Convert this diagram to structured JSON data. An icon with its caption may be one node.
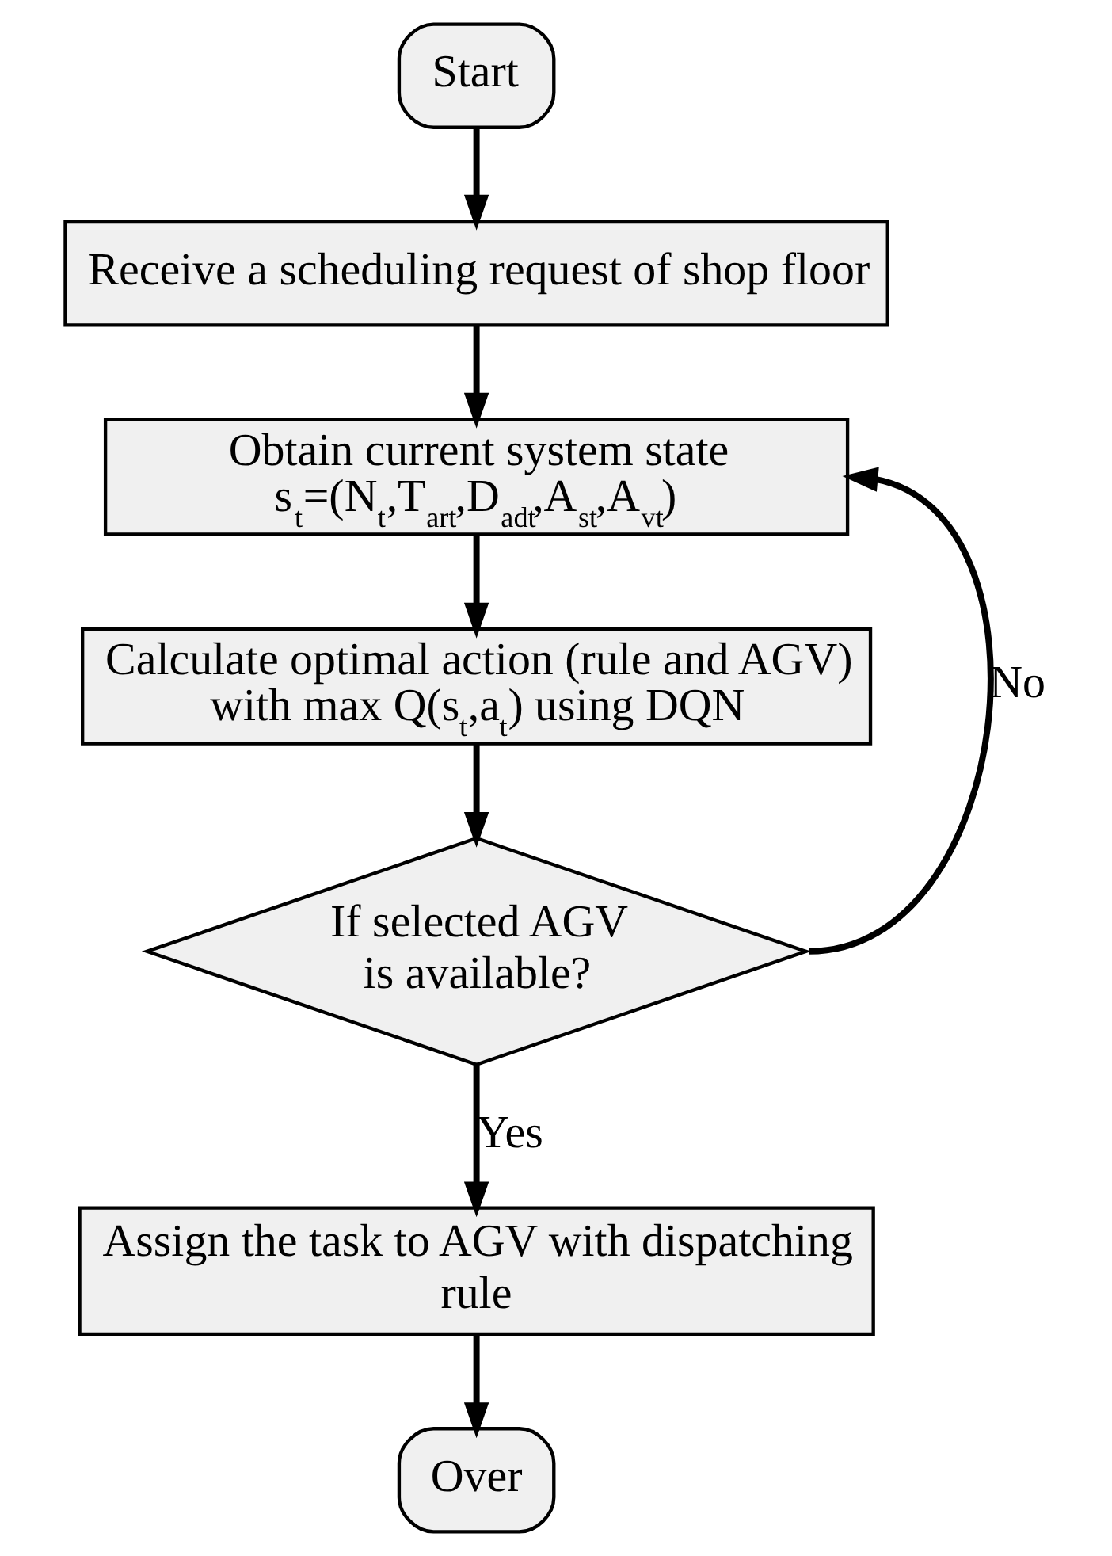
{
  "diagram": {
    "nodes": [
      {
        "text": [
          "Start"
        ]
      },
      {
        "text": [
          "Receive a scheduling request of shop floor"
        ]
      },
      {
        "text": [
          "Obtain current system state",
          "s$_{t}$=(N$_{t}$,T$_{art}$,D$_{adt}$,A$_{st}$,A$_{vt}$)"
        ]
      },
      {
        "text": [
          "Calculate optimal action (rule and AGV) with max Q(s$_{t}$,a$_{t}$) using DQN"
        ]
      },
      {
        "text": [
          "If selected AGV is available?"
        ]
      },
      {
        "text": [
          "Assign the task to AGV with dispatching rule"
        ]
      },
      {
        "text": [
          "Over"
        ]
      }
    ],
    "edges": [
      {
        "from": 0,
        "to": 1,
        "arrow": "to"
      },
      {
        "from": 1,
        "to": 2,
        "arrow": "to"
      },
      {
        "from": 2,
        "to": 3,
        "arrow": "to"
      },
      {
        "from": 3,
        "to": 4,
        "arrow": "to"
      },
      {
        "from": 4,
        "to": 5,
        "arrow": "to",
        "label": "Yes"
      },
      {
        "from": 4,
        "to": 2,
        "arrow": "to",
        "label": "No"
      },
      {
        "from": 5,
        "to": 6,
        "arrow": "to"
      }
    ]
  }
}
